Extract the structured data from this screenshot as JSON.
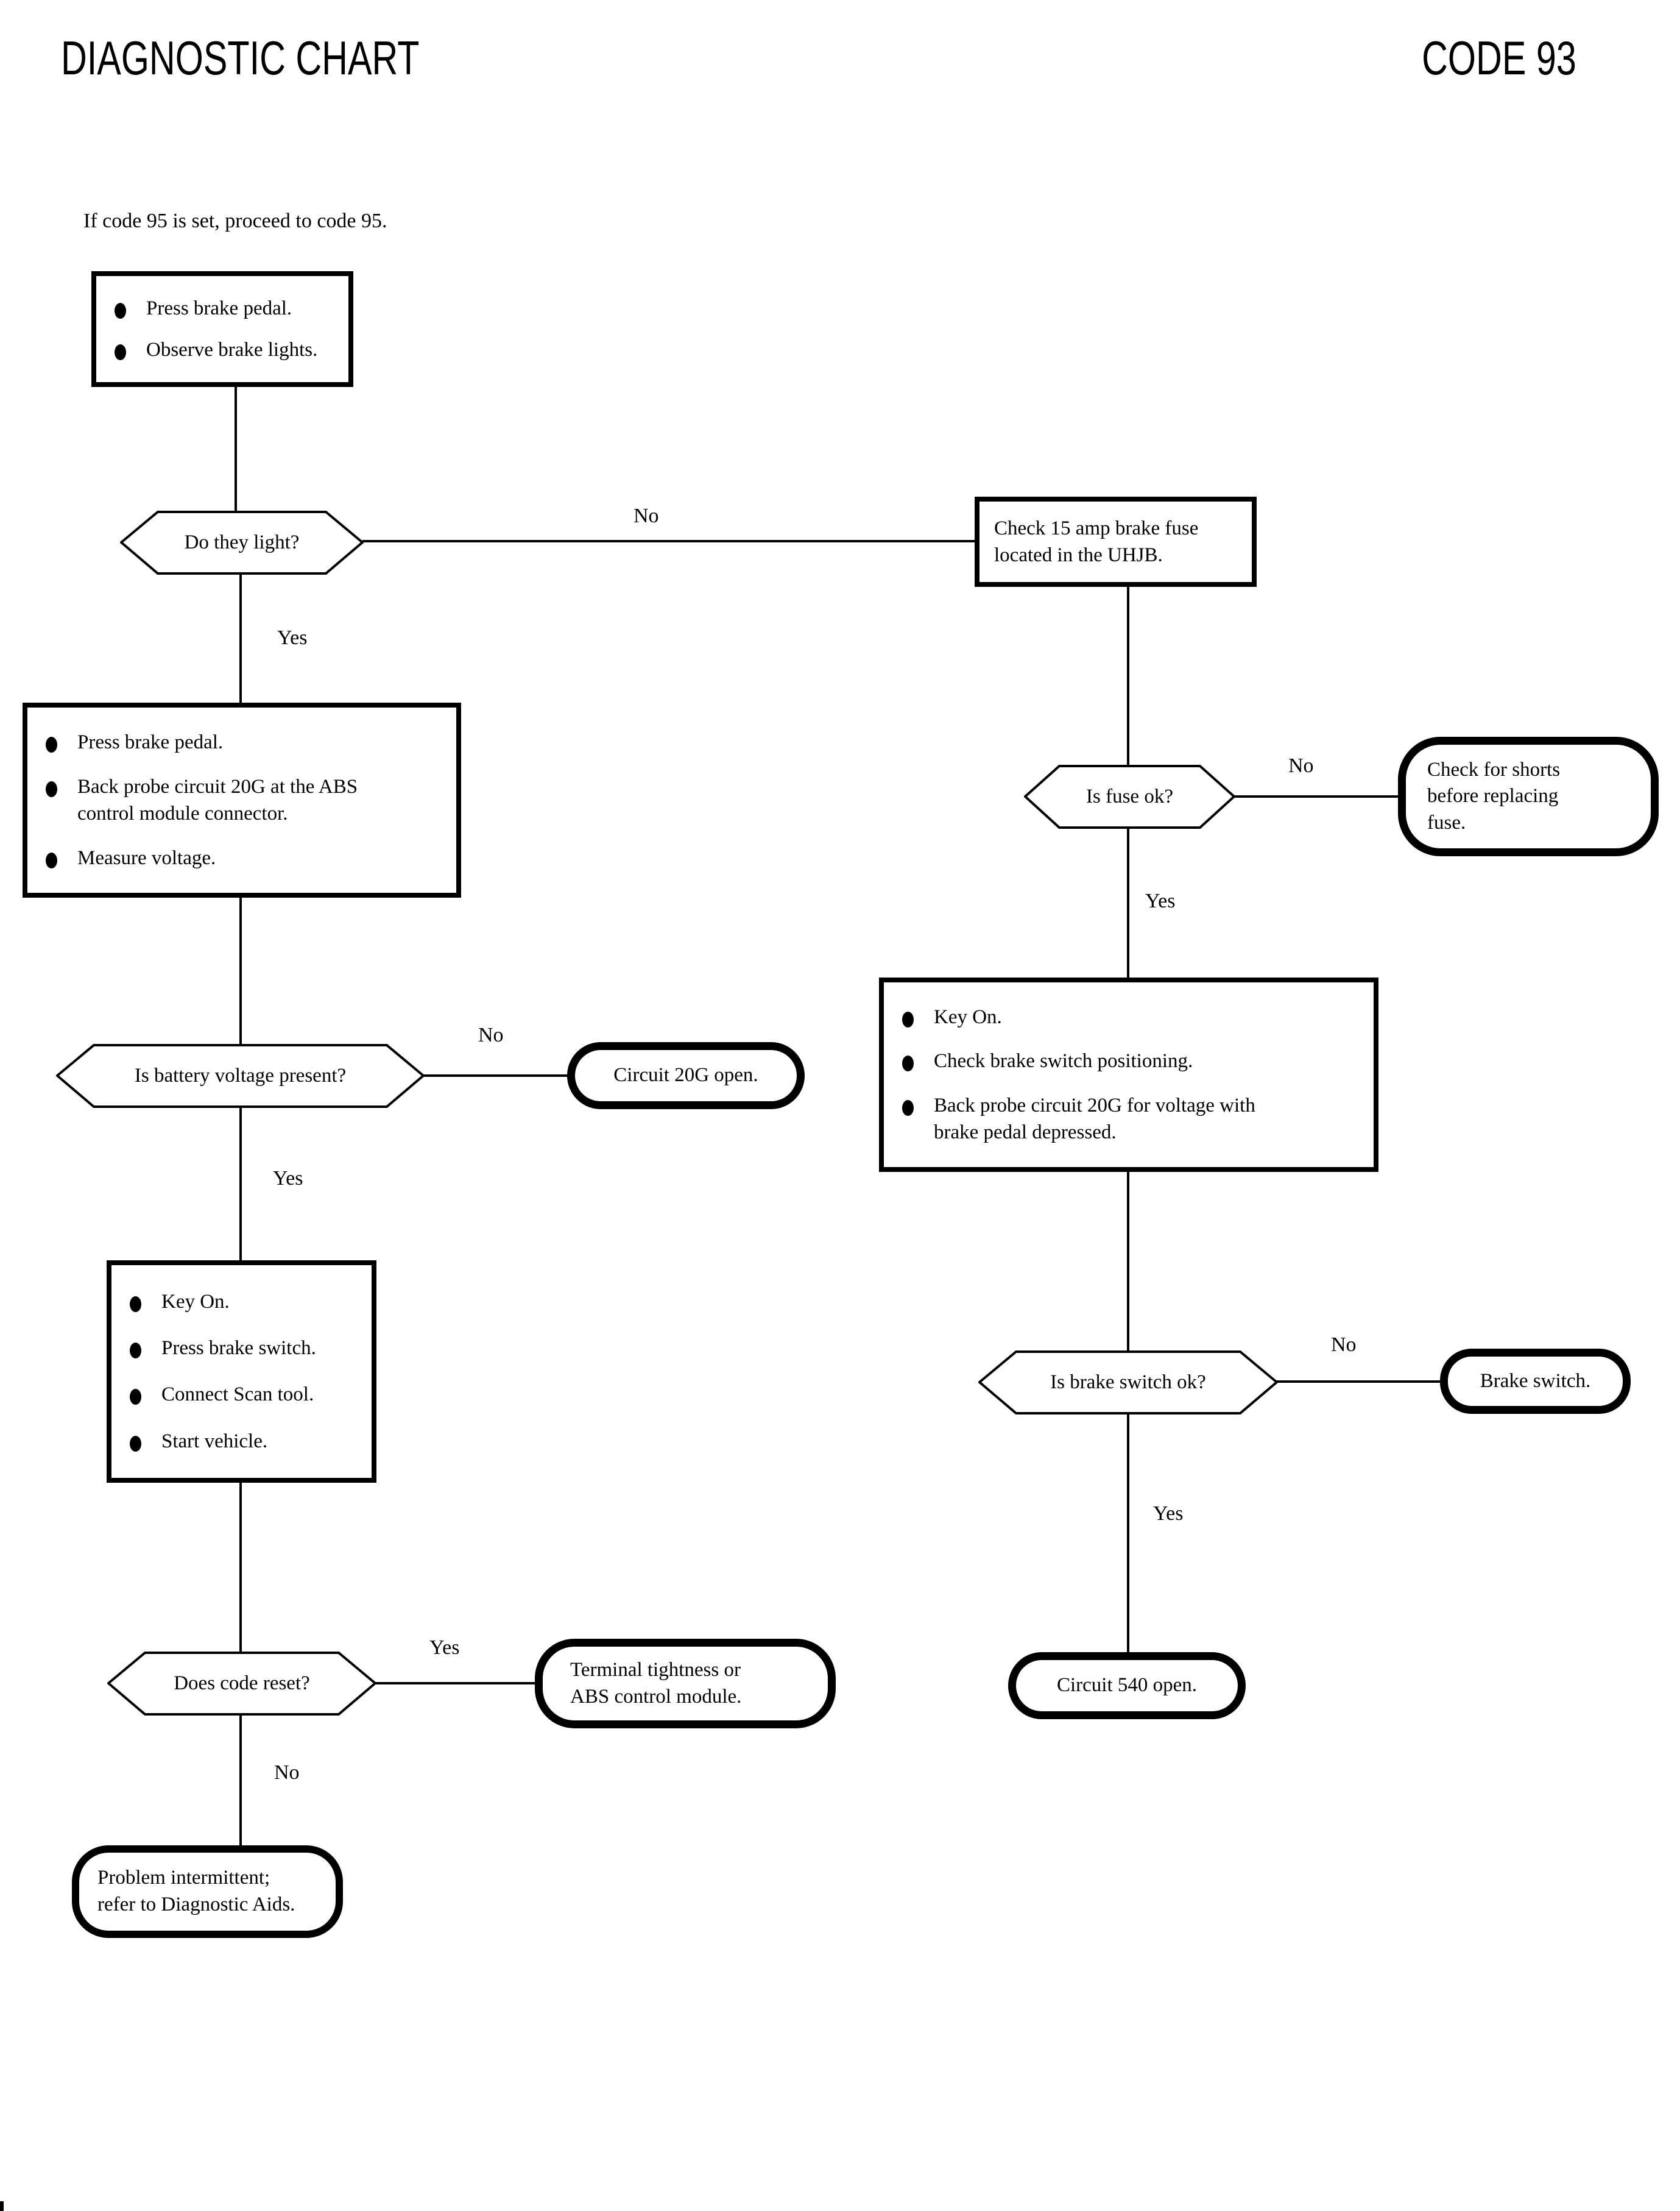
{
  "header": {
    "title": "DIAGNOSTIC CHART",
    "code": "CODE 93"
  },
  "note": "If code 95 is set, proceed to code 95.",
  "labels": {
    "yes": "Yes",
    "no": "No"
  },
  "nodes": {
    "step_observe": {
      "bullets": [
        "Press brake pedal.",
        "Observe brake lights."
      ]
    },
    "q_light": {
      "text": "Do they light?"
    },
    "fuse_box": {
      "text": "Check 15 amp brake fuse located in the UHJB."
    },
    "step_backprobe": {
      "bullets": [
        "Press brake pedal.",
        "Back probe circuit 20G at the ABS control module connector.",
        "Measure voltage."
      ]
    },
    "q_battery": {
      "text": "Is battery voltage present?"
    },
    "r_circuit20g": {
      "text": "Circuit 20G open."
    },
    "q_fuse": {
      "text": "Is fuse ok?"
    },
    "r_shorts": {
      "text": "Check for shorts before replacing fuse."
    },
    "step_brakeswitch": {
      "bullets": [
        "Key On.",
        "Check brake switch positioning.",
        "Back probe circuit 20G for voltage with brake pedal depressed."
      ]
    },
    "step_scantool": {
      "bullets": [
        "Key On.",
        "Press brake switch.",
        "Connect Scan tool.",
        "Start vehicle."
      ]
    },
    "q_reset": {
      "text": "Does code reset?"
    },
    "r_terminal": {
      "text": "Terminal tightness or ABS control module."
    },
    "q_brakeswitch": {
      "text": "Is brake switch ok?"
    },
    "r_brakeswitch": {
      "text": "Brake switch."
    },
    "r_circuit540": {
      "text": "Circuit 540 open."
    },
    "r_intermittent": {
      "text": "Problem intermittent; refer to Diagnostic Aids."
    }
  }
}
